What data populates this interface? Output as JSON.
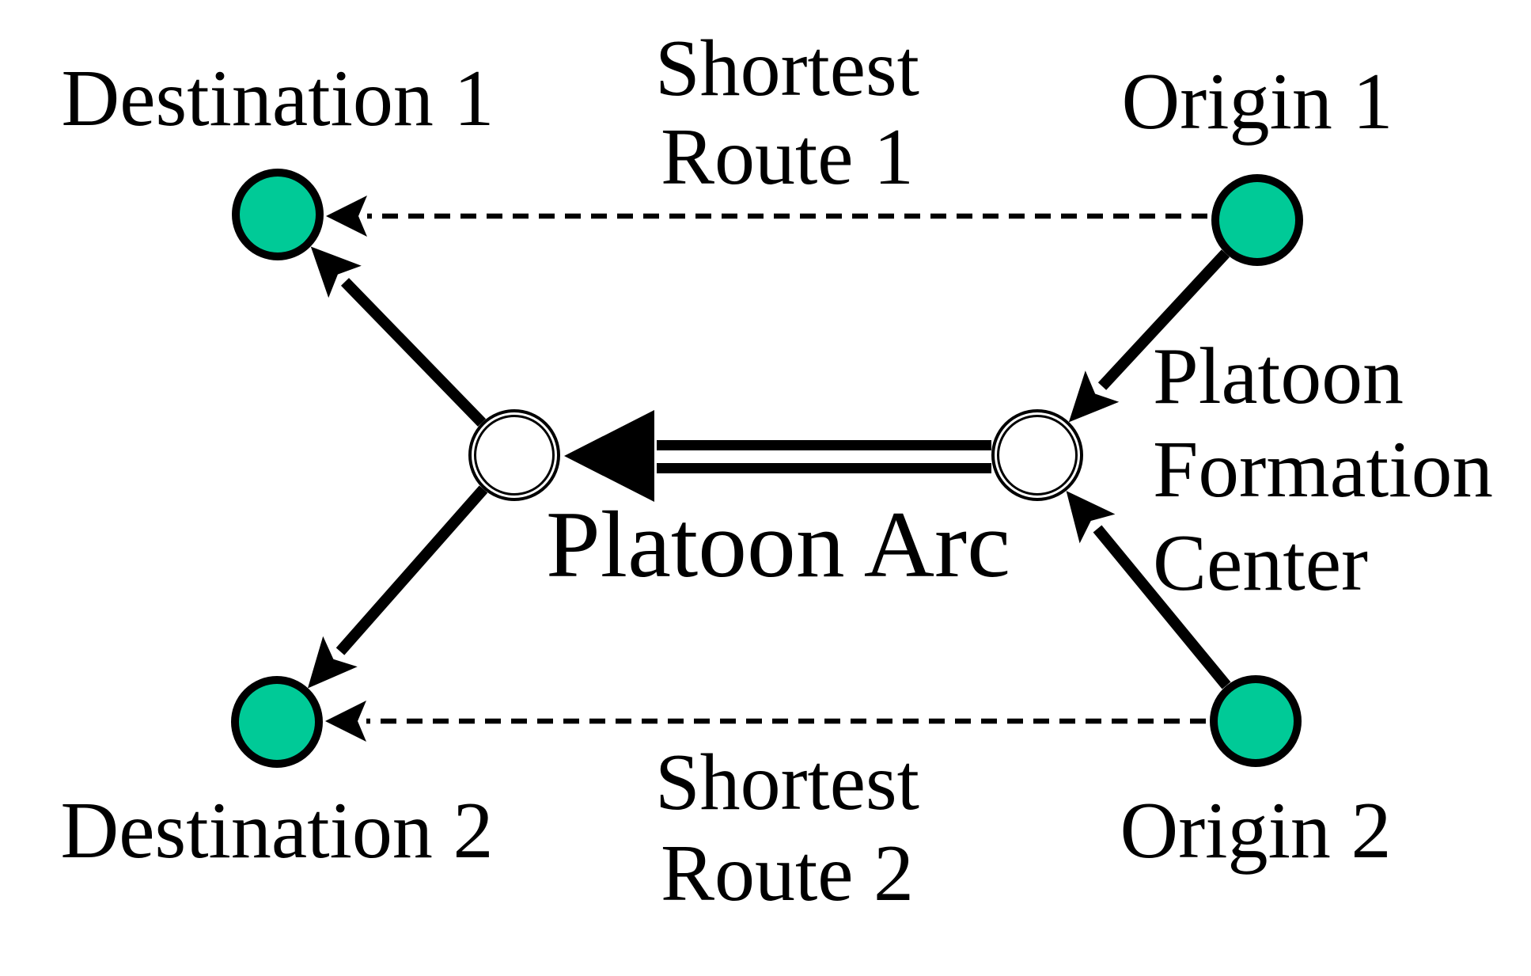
{
  "diagram": {
    "type": "platoon-routing-network-diagram",
    "background": "#ffffff",
    "colors": {
      "node_fill_green": "#00CA97",
      "node_fill_white": "#FFFFFF",
      "node_stroke": "#000000",
      "edge_color": "#000000",
      "text_color": "#000000"
    },
    "nodes": [
      {
        "id": "destination-1",
        "label": "Destination 1",
        "type": "destination",
        "fill": "green"
      },
      {
        "id": "destination-2",
        "label": "Destination 2",
        "type": "destination",
        "fill": "green"
      },
      {
        "id": "origin-1",
        "label": "Origin 1",
        "type": "origin",
        "fill": "green"
      },
      {
        "id": "origin-2",
        "label": "Origin 2",
        "type": "origin",
        "fill": "green"
      },
      {
        "id": "platoon-formation-center-left",
        "label": "",
        "type": "platoon-formation-center",
        "fill": "white"
      },
      {
        "id": "platoon-formation-center-right",
        "label": "Platoon Formation Center",
        "type": "platoon-formation-center",
        "fill": "white"
      }
    ],
    "edges": [
      {
        "from": "origin-1",
        "to": "destination-1",
        "style": "dashed-arrow",
        "label": "Shortest Route 1"
      },
      {
        "from": "origin-2",
        "to": "destination-2",
        "style": "dashed-arrow",
        "label": "Shortest Route 2"
      },
      {
        "from": "origin-1",
        "to": "platoon-formation-center-right",
        "style": "solid-arrow",
        "label": ""
      },
      {
        "from": "origin-2",
        "to": "platoon-formation-center-right",
        "style": "solid-arrow",
        "label": ""
      },
      {
        "from": "platoon-formation-center-right",
        "to": "platoon-formation-center-left",
        "style": "double-line-arrow",
        "label": "Platoon Arc"
      },
      {
        "from": "platoon-formation-center-left",
        "to": "destination-1",
        "style": "solid-arrow",
        "label": ""
      },
      {
        "from": "platoon-formation-center-left",
        "to": "destination-2",
        "style": "solid-arrow",
        "label": ""
      }
    ],
    "labels": {
      "destination1": "Destination 1",
      "destination2": "Destination 2",
      "origin1": "Origin 1",
      "origin2": "Origin 2",
      "route1_line1": "Shortest",
      "route1_line2": "Route 1",
      "route2_line1": "Shortest",
      "route2_line2": "Route 2",
      "platoon_arc": "Platoon Arc",
      "pfc_line1": "Platoon",
      "pfc_line2": "Formation",
      "pfc_line3": "Center"
    }
  }
}
